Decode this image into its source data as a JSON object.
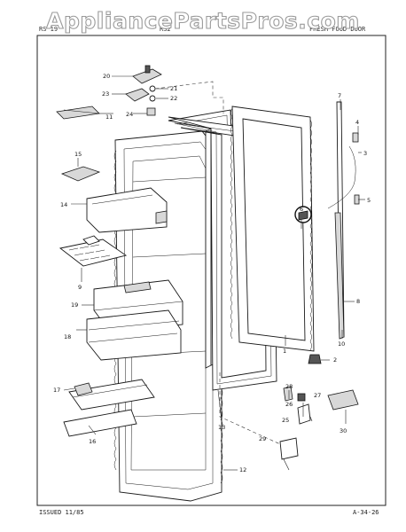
{
  "watermark": "AppliancePartsPros.com",
  "header": {
    "left_code": "RS 19",
    "center_code": "RS2",
    "right_title": "FRESH FOOD DOOR"
  },
  "footer": {
    "issued": "ISSUED 11/85",
    "page": "A-34-26"
  },
  "callouts": {
    "c1": "1",
    "c2": "2",
    "c3": "3",
    "c4": "4",
    "c5": "5",
    "c6": "6",
    "c7": "7",
    "c8": "8",
    "c9": "9",
    "c10": "10",
    "c11": "11",
    "c12": "12",
    "c13": "13",
    "c14": "14",
    "c15": "15",
    "c16": "16",
    "c17": "17",
    "c18": "18",
    "c19": "19",
    "c20": "20",
    "c21": "21",
    "c22": "22",
    "c23": "23",
    "c24": "24",
    "c25": "25",
    "c26": "26",
    "c27": "27",
    "c28": "28",
    "c29": "29",
    "c30": "30"
  }
}
